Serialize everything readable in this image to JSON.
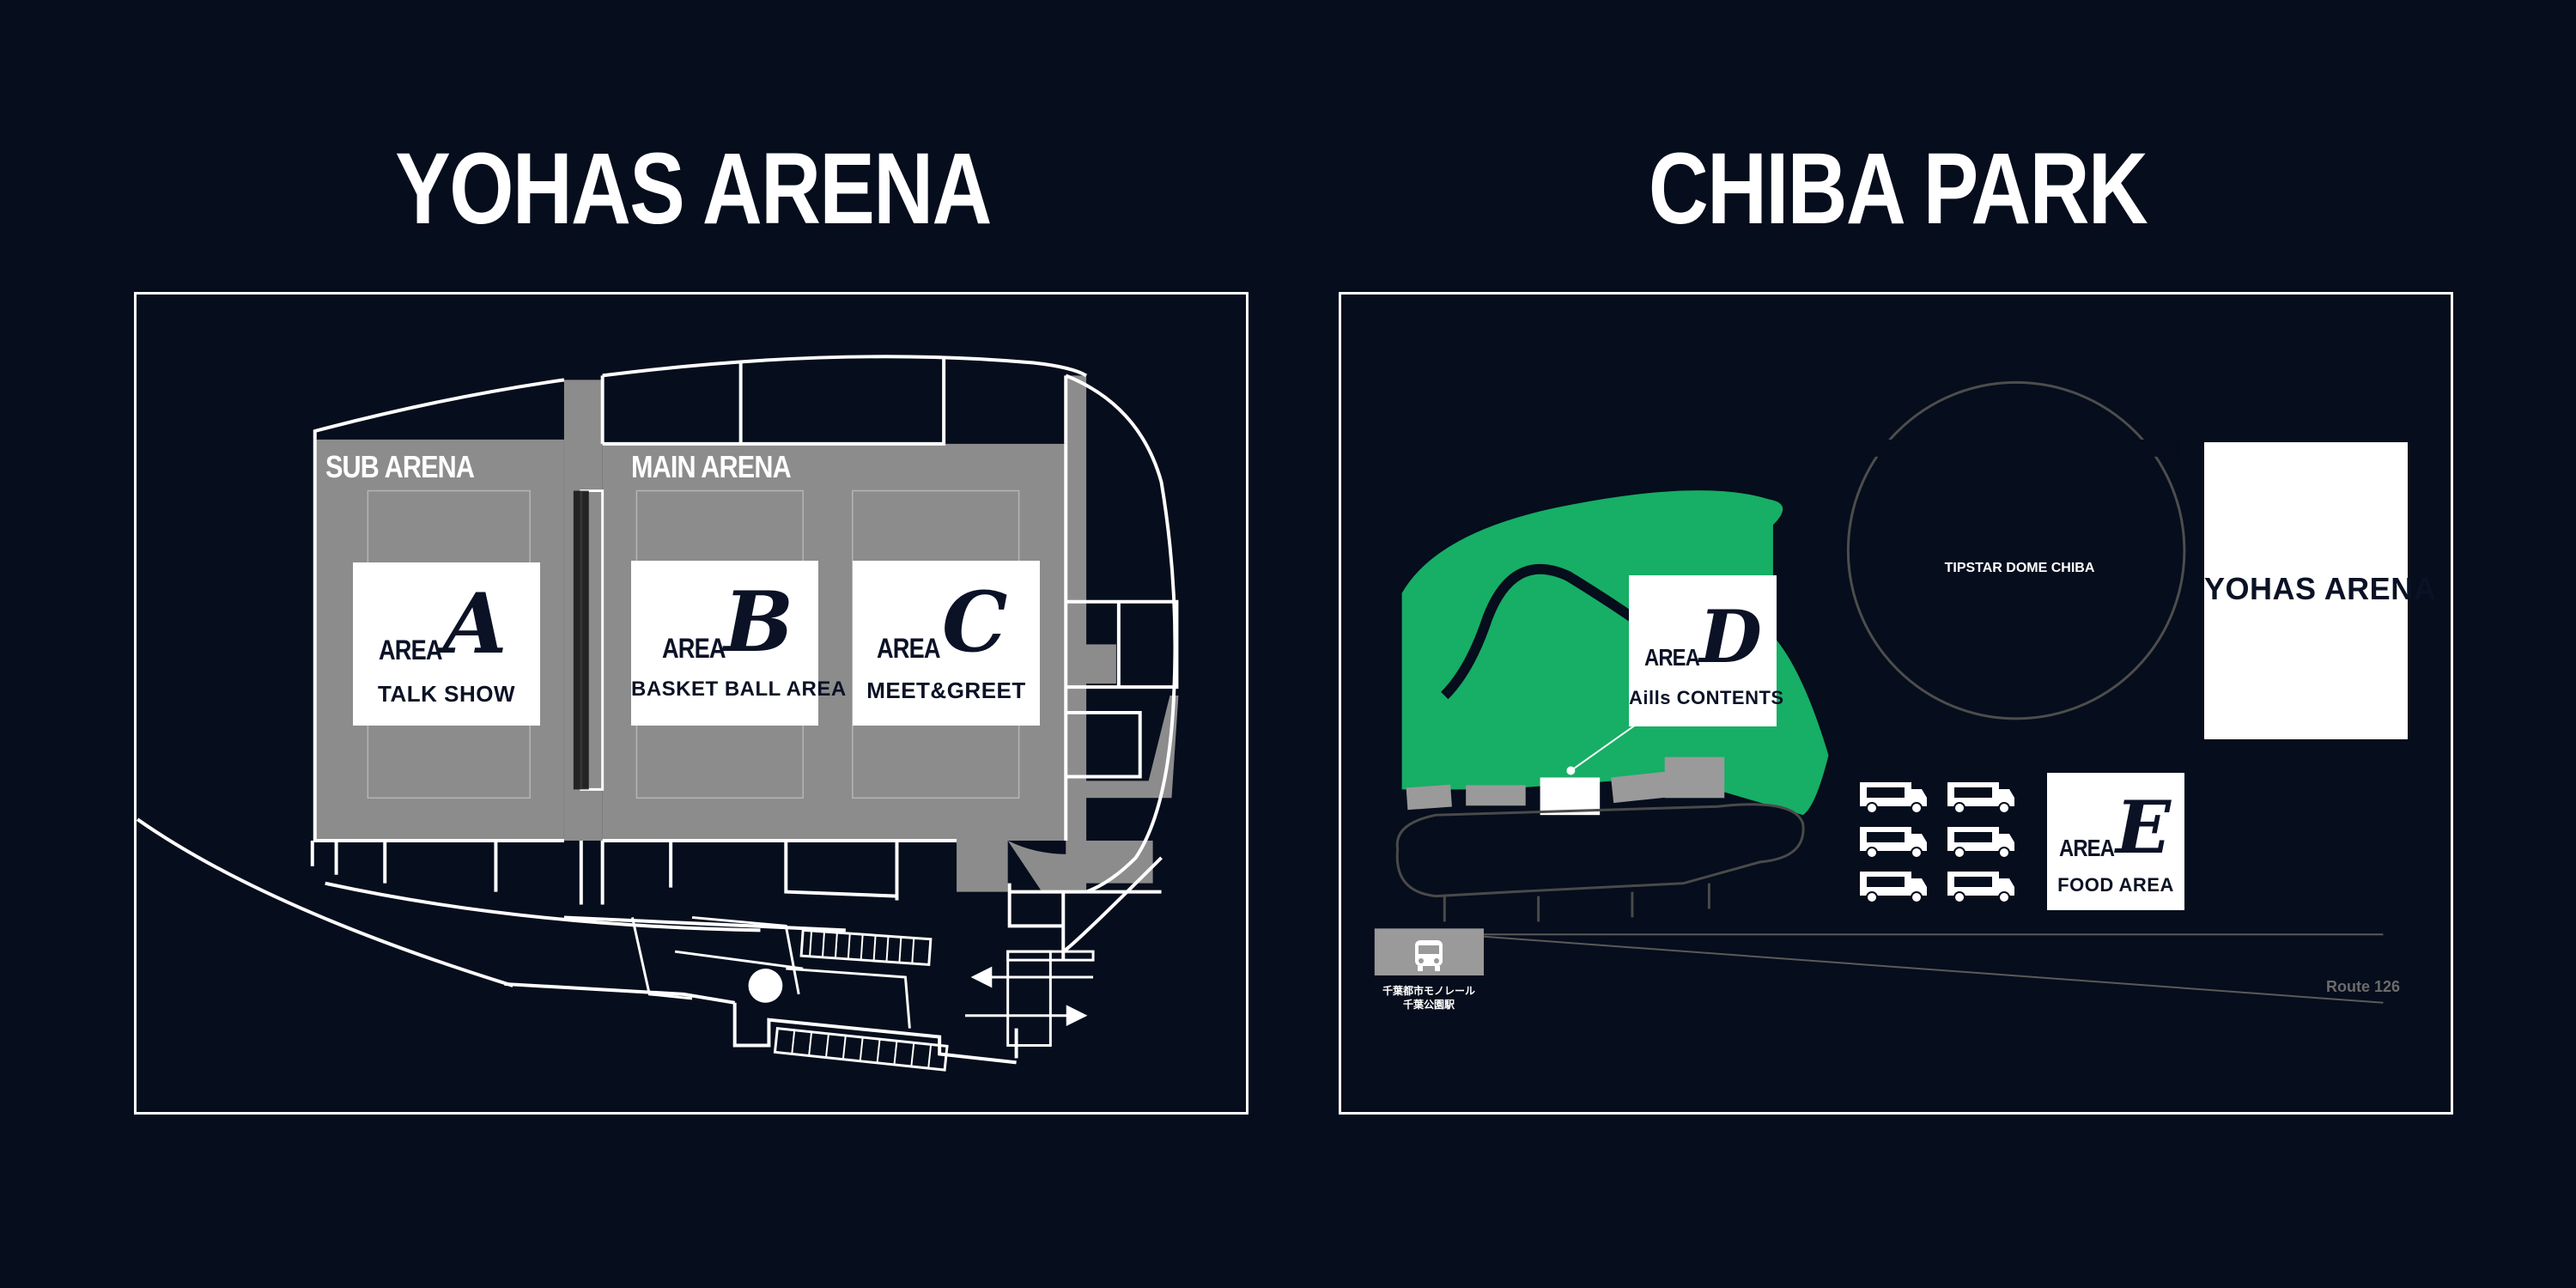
{
  "left_map": {
    "title": "YOHAS ARENA",
    "zones": {
      "sub_arena": "SUB ARENA",
      "main_arena": "MAIN ARENA"
    },
    "areas": [
      {
        "word": "AREA",
        "letter": "A",
        "caption": "TALK SHOW"
      },
      {
        "word": "AREA",
        "letter": "B",
        "caption": "BASKET BALL AREA"
      },
      {
        "word": "AREA",
        "letter": "C",
        "caption": "MEET&GREET"
      }
    ],
    "colors": {
      "floor": "#8c8c8c",
      "outline": "#ffffff"
    }
  },
  "right_map": {
    "title": "CHIBA PARK",
    "dome_label": "TIPSTAR DOME CHIBA",
    "arena_label": "YOHAS ARENA",
    "areas": [
      {
        "word": "AREA",
        "letter": "D",
        "caption": "Aills CONTENTS"
      },
      {
        "word": "AREA",
        "letter": "E",
        "caption": "FOOD AREA"
      }
    ],
    "station_label_1": "千葉都市モノレール",
    "station_label_2": "千葉公園駅",
    "route_label": "Route 126",
    "icons": [
      "food-truck-icon",
      "bus-icon"
    ],
    "colors": {
      "lawn": "#17ae66",
      "background": "#060d1c"
    }
  }
}
